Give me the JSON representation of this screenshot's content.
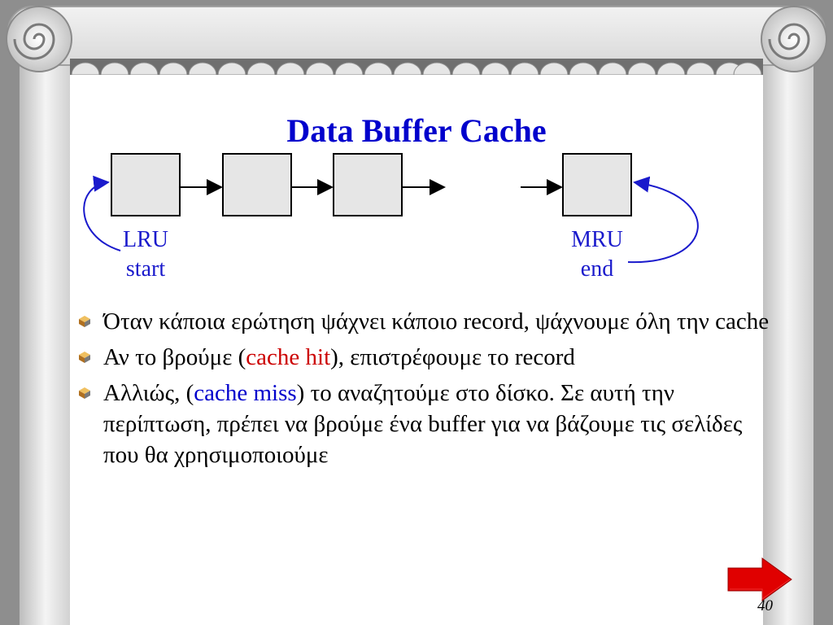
{
  "slide": {
    "title": "Data Buffer Cache",
    "diagram": {
      "lru_label_line1": "LRU",
      "lru_label_line2": "start",
      "mru_label_line1": "MRU",
      "mru_label_line2": "end"
    },
    "bullets": [
      {
        "parts": [
          "Όταν κάποια ερώτηση ψάχνει κάποιο record, ψάχνουμε όλη την cache"
        ]
      },
      {
        "before": "Αν το βρούμε (",
        "highlight": "cache hit",
        "after": "), επιστρέφουμε το record"
      },
      {
        "before": "Αλλιώς, (",
        "highlight": "cache miss",
        "after": ") το αναζητούμε στο δίσκο. Σε αυτή την περίπτωση, πρέπει να βρούμε ένα buffer για να βάζουμε τις σελίδες που θα χρησιμοποιούμε"
      }
    ],
    "page_number": "40",
    "colors": {
      "title": "#0000cc",
      "hit": "#cc0000",
      "miss": "#0000cc",
      "next_arrow": "#e00000"
    }
  }
}
